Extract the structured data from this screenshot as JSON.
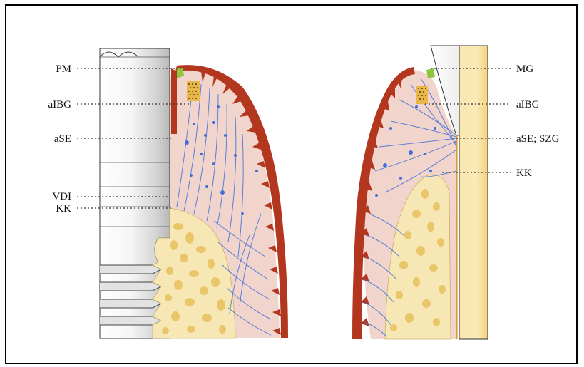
{
  "figure": {
    "left_panel": {
      "name": "implant",
      "labels": [
        "PM",
        "aIBG",
        "aSE",
        "VDI",
        "KK"
      ]
    },
    "right_panel": {
      "name": "tooth",
      "labels": [
        "MG",
        "aIBG",
        "aSE; SZG",
        "KK"
      ]
    }
  },
  "colors": {
    "epithelium": "#b3371f",
    "connective_tissue": "#f1d5cc",
    "bone": "#f7e7b5",
    "bone_marrow": "#eac66b",
    "collagen_fibers": "#3f6fd8",
    "implant_body": "#f4f4f4",
    "tooth_root": "#f8e29f",
    "plaque": "#8dc63f"
  }
}
